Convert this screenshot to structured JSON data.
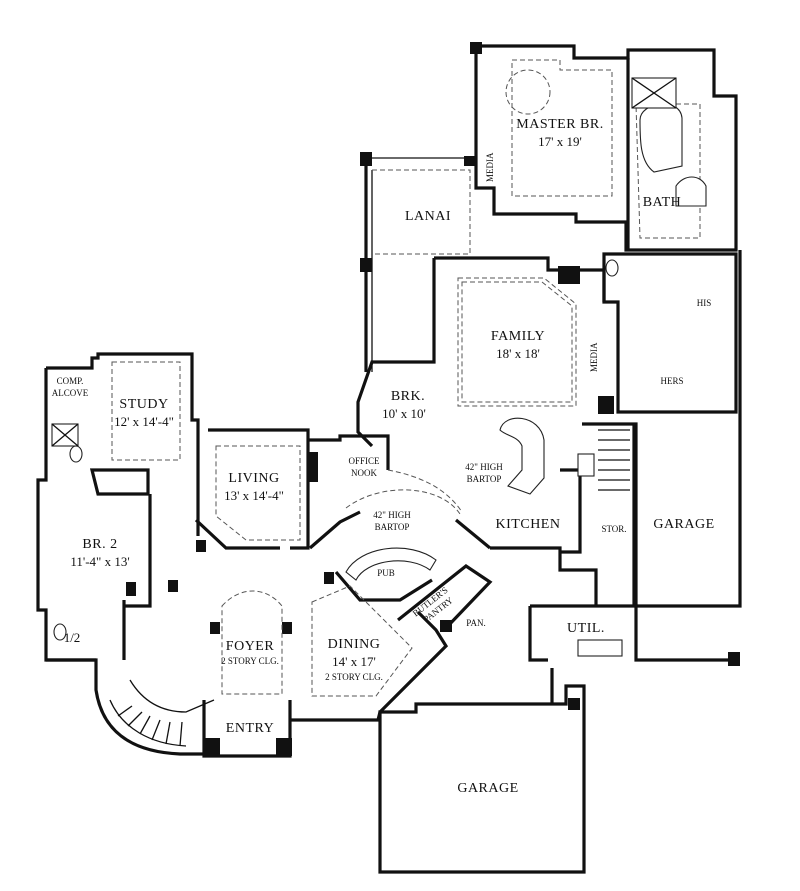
{
  "rooms": {
    "master": {
      "name": "MASTER BR.",
      "dims": "17' x 19'"
    },
    "media_upper": "MEDIA",
    "bath": "BATH",
    "lanai": "LANAI",
    "family": {
      "name": "FAMILY",
      "dims": "18' x 18'"
    },
    "media_family": "MEDIA",
    "his": "HIS",
    "hers": "HERS",
    "comp_alcove": {
      "line1": "COMP.",
      "line2": "ALCOVE"
    },
    "study": {
      "name": "STUDY",
      "dims": "12' x 14'-4\""
    },
    "brk": {
      "name": "BRK.",
      "dims": "10' x 10'"
    },
    "living": {
      "name": "LIVING",
      "dims": "13' x 14'-4\""
    },
    "office_nook": {
      "line1": "OFFICE",
      "line2": "NOOK"
    },
    "bartop_kitchen": {
      "line1": "42\" HIGH",
      "line2": "BARTOP"
    },
    "bartop_pub": {
      "line1": "42\" HIGH",
      "line2": "BARTOP"
    },
    "kitchen": "KITCHEN",
    "stor": "STOR.",
    "garage_right": "GARAGE",
    "br2": {
      "name": "BR. 2",
      "dims": "11'-4\" x 13'"
    },
    "pub": "PUB",
    "butlers_pantry": {
      "line1": "BUTLER'S",
      "line2": "PANTRY"
    },
    "half_bath": "1/2",
    "foyer": {
      "name": "FOYER",
      "note": "2 STORY CLG."
    },
    "dining": {
      "name": "DINING",
      "dims": "14' x 17'",
      "note": "2 STORY CLG."
    },
    "pan": "PAN.",
    "util": "UTIL.",
    "entry": "ENTRY",
    "garage_bottom": "GARAGE"
  }
}
